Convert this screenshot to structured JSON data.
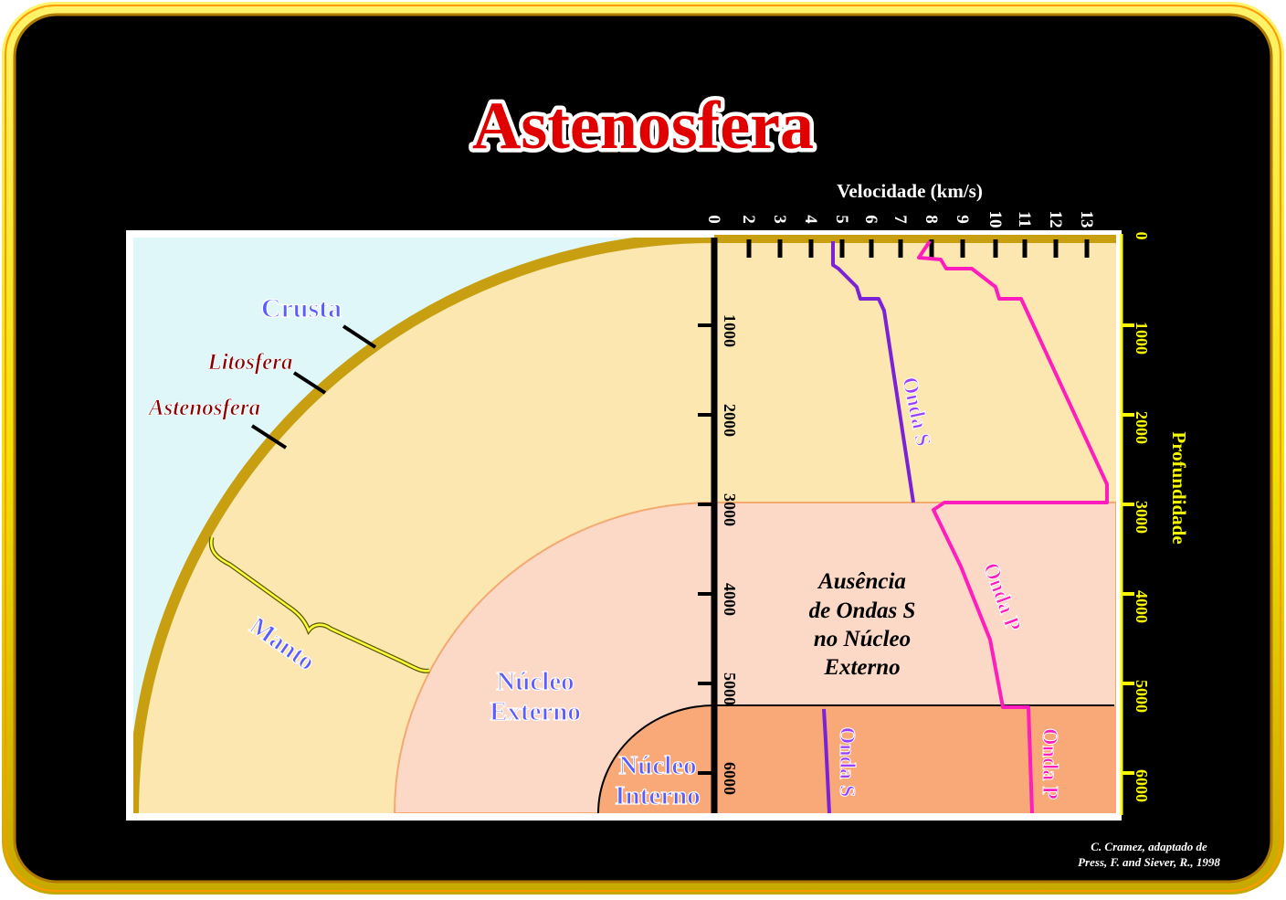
{
  "slide": {
    "title": "Astenosfera",
    "credit_line1": "C. Cramez, adaptado de",
    "credit_line2": "Press, F. and Siever, R., 1998"
  },
  "velocity_axis": {
    "label": "Velocidade (km/s)",
    "ticks": [
      "0",
      "2",
      "3",
      "4",
      "5",
      "6",
      "7",
      "8",
      "9",
      "10",
      "11",
      "12",
      "13"
    ]
  },
  "depth_axis": {
    "label": "Profundidade",
    "ticks": [
      "0",
      "1000",
      "2000",
      "3000",
      "4000",
      "5000",
      "6000"
    ]
  },
  "center_depth_ticks": [
    "1000",
    "2000",
    "3000",
    "4000",
    "5000",
    "6000"
  ],
  "layers": {
    "crusta": "Crusta",
    "litosfera": "Litosfera",
    "astenosfera": "Astenosfera",
    "manto": "Manto",
    "nucleo_externo_1": "Núcleo",
    "nucleo_externo_2": "Externo",
    "nucleo_interno_1": "Núcleo",
    "nucleo_interno_2": "Interno"
  },
  "waves": {
    "s_mantle": "Onda S",
    "p_outer": "Onda P",
    "s_inner": "Onda S",
    "p_inner": "Onda P"
  },
  "note": {
    "line1": "Ausência",
    "line2": "de Ondas S",
    "line3": "no Núcleo",
    "line4": "Externo"
  },
  "colors": {
    "frame": "#f2e200",
    "background": "#000000",
    "space": "#e0f7fa",
    "mantle": "#fde7b0",
    "outer_core": "#fcd9c6",
    "inner_core": "#f9a877",
    "crust": "#c89f10",
    "s_wave": "#7b22d6",
    "p_wave": "#ff1ebd",
    "depth_axis": "#f7f700"
  }
}
